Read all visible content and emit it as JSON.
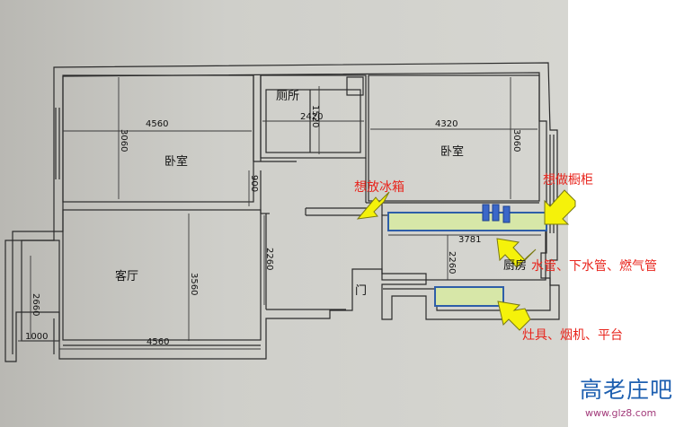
{
  "rooms": {
    "bedroom_left": "卧室",
    "toilet": "厕所",
    "bedroom_right": "卧室",
    "living": "客厅",
    "kitchen": "厨房",
    "door": "门"
  },
  "dimensions": {
    "d4560_top": "4560",
    "d3060_left": "3060",
    "d2420": "2420",
    "d1520": "1520",
    "d4320": "4320",
    "d3060_right": "3060",
    "d900": "900",
    "d2260_living": "2260",
    "d3560": "3560",
    "d3781": "3781",
    "d2260_kitchen": "2260",
    "d2660": "2660",
    "d1000": "1000",
    "d4560_bottom": "4560"
  },
  "annotations": {
    "fridge": "想放冰箱",
    "cabinet": "想做橱柜",
    "pipes": "水管、下水管、燃气管",
    "stove": "灶具、烟机、平台"
  },
  "watermark": {
    "logo": "高老庄吧",
    "url": "www.glz8.com"
  },
  "colors": {
    "annotation": "#e8241c",
    "arrow": "#f5f20a",
    "counter_fill": "#d7e7a8",
    "counter_stroke": "#2e5ea8",
    "pipe_fill": "#3b67c9"
  }
}
